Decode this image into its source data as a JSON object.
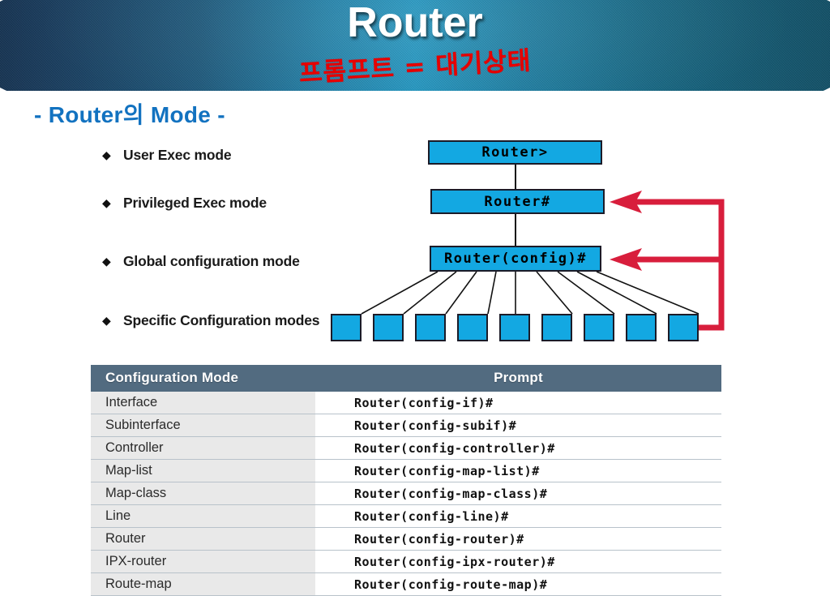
{
  "header": {
    "title": "Router",
    "annotation": "프롬프트 = 대기상태",
    "colors": {
      "banner_left": "#16304e",
      "banner_center": "#2098c4",
      "banner_right": "#134f66",
      "annotation_color": "#e60000",
      "title_color": "#ffffff"
    }
  },
  "subtitle": {
    "text": "- Router의 Mode -",
    "color": "#1272c0"
  },
  "bullets": {
    "marker": "◆",
    "items": [
      {
        "label": "User Exec mode"
      },
      {
        "label": "Privileged Exec mode"
      },
      {
        "label": "Global configuration mode"
      },
      {
        "label": "Specific Configuration modes"
      }
    ]
  },
  "diagram": {
    "node_fill": "#13a8e2",
    "node_border": "#1b1b28",
    "arrow_color": "#d81e3c",
    "nodes": [
      {
        "id": "user-exec",
        "label": "Router>"
      },
      {
        "id": "privileged-exec",
        "label": "Router#"
      },
      {
        "id": "global-config",
        "label": "Router(config)#"
      }
    ],
    "leaf_count": 9,
    "leaf_label": "",
    "arrows": [
      {
        "from": "specific-config-leaf",
        "to": "privileged-exec"
      },
      {
        "from": "specific-config-leaf",
        "to": "global-config"
      }
    ]
  },
  "table": {
    "columns": [
      "Configuration Mode",
      "Prompt"
    ],
    "header_bg": "#526b80",
    "mode_cell_bg": "#e9e9e9",
    "rows": [
      {
        "mode": "Interface",
        "prompt": "Router(config-if)#"
      },
      {
        "mode": "Subinterface",
        "prompt": "Router(config-subif)#"
      },
      {
        "mode": "Controller",
        "prompt": "Router(config-controller)#"
      },
      {
        "mode": "Map-list",
        "prompt": "Router(config-map-list)#"
      },
      {
        "mode": "Map-class",
        "prompt": "Router(config-map-class)#"
      },
      {
        "mode": "Line",
        "prompt": "Router(config-line)#"
      },
      {
        "mode": "Router",
        "prompt": "Router(config-router)#"
      },
      {
        "mode": "IPX-router",
        "prompt": "Router(config-ipx-router)#"
      },
      {
        "mode": "Route-map",
        "prompt": "Router(config-route-map)#"
      }
    ]
  }
}
